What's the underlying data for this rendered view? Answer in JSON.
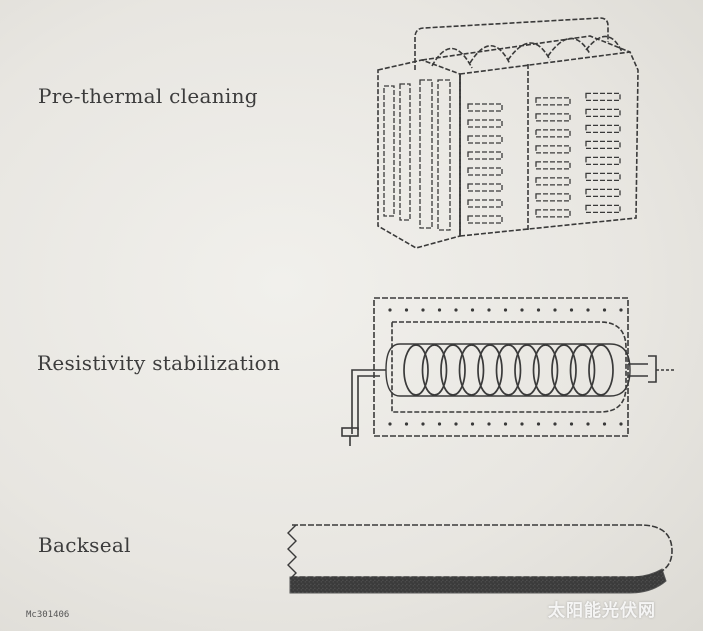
{
  "steps": [
    {
      "label": "Pre-thermal cleaning",
      "illustration": "cleaning-basket-icon"
    },
    {
      "label": "Resistivity stabilization",
      "illustration": "tube-furnace-icon"
    },
    {
      "label": "Backseal",
      "illustration": "wafer-backseal-icon"
    }
  ],
  "figure_number": "Mc301406",
  "watermark": "太阳能光伏网",
  "colors": {
    "ink": "#3a3a3a",
    "paper": "#eceae5",
    "seal": "#8a8a8a"
  }
}
